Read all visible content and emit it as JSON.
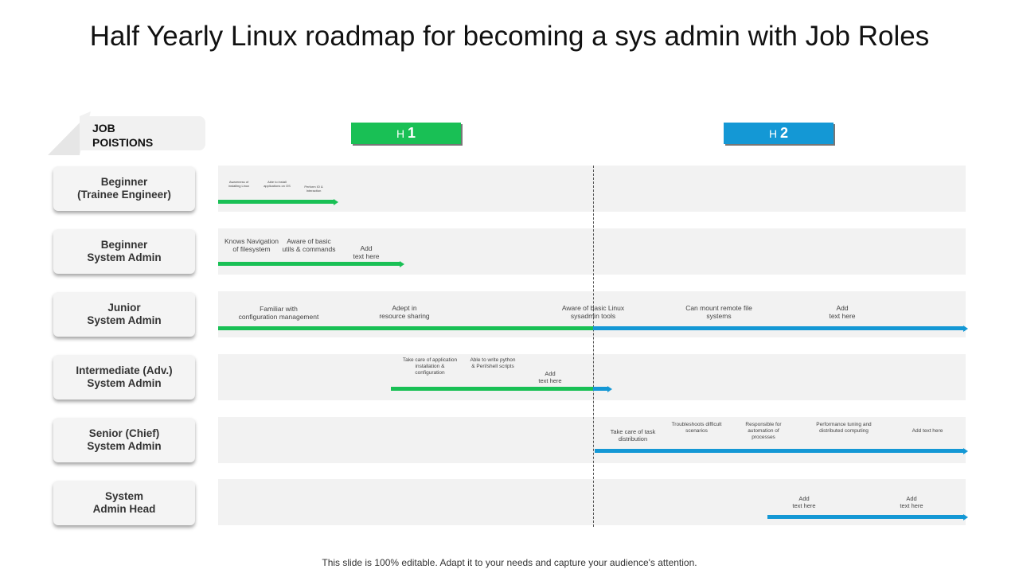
{
  "title": "Half Yearly Linux roadmap for becoming a sys admin with Job Roles",
  "job_positions_label": "JOB\nPOISTIONS",
  "halves": [
    {
      "prefix": "H",
      "number": "1",
      "color": "#19c055"
    },
    {
      "prefix": "H",
      "number": "2",
      "color": "#1498d5"
    }
  ],
  "roles": [
    {
      "line1": "Beginner",
      "line2": "(Trainee Engineer)"
    },
    {
      "line1": "Beginner",
      "line2": "System Admin"
    },
    {
      "line1": "Junior",
      "line2": "System Admin"
    },
    {
      "line1": "Intermediate (Adv.)",
      "line2": "System Admin"
    },
    {
      "line1": "Senior (Chief)",
      "line2": "System Admin"
    },
    {
      "line1": "System",
      "line2": "Admin Head"
    }
  ],
  "milestones": {
    "row1": [
      "Awareness of\ninstalling Linux",
      "Able to install\napplications on OS",
      "Perform IO &\nInteraction"
    ],
    "row2": [
      "Knows Navigation\nof filesystem",
      "Aware of basic\nutils & commands",
      "Add\ntext here"
    ],
    "row3": [
      "Familiar with\nconfiguration management",
      "Adept in\nresource sharing",
      "Aware of basic Linux\nsysadmin tools",
      "Can mount remote file\nsystems",
      "Add\ntext here"
    ],
    "row4": [
      "Take care of application\ninstallation &\nconfiguration",
      "Able to write python\n& Perl/shell scripts",
      "Add\ntext here"
    ],
    "row5": [
      "Take care of task\ndistribution",
      "Troubleshoots difficult\nscenarios",
      "Responsible for\nautomation of\nprocesses",
      "Performance tuning and\ndistributed computing",
      "Add text here"
    ],
    "row6": [
      "Add\ntext here",
      "Add\ntext here"
    ]
  },
  "colors": {
    "h1": "#19c055",
    "h2": "#1498d5",
    "lane": "#f2f2f2"
  },
  "footer": "This slide is 100% editable. Adapt it to your needs and capture your audience's attention."
}
